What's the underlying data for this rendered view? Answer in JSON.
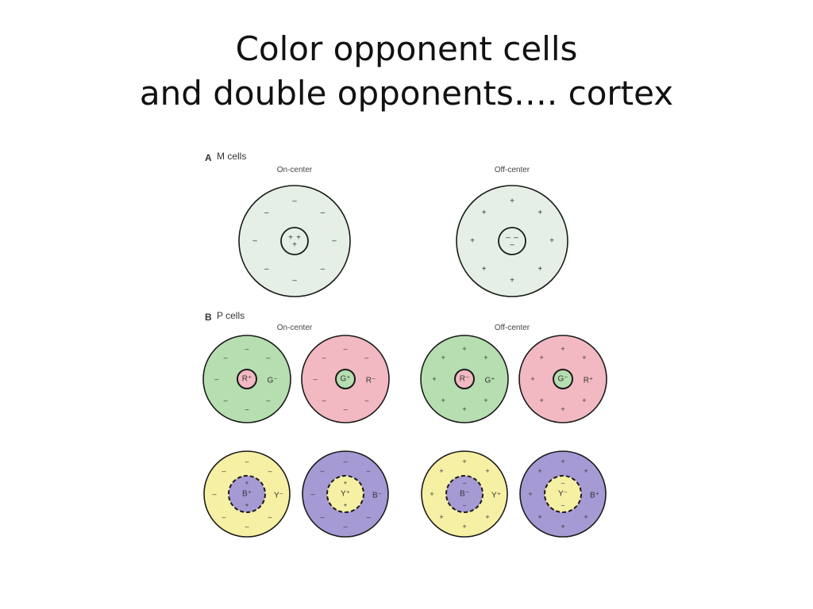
{
  "title": {
    "line1": "Color opponent cells",
    "line2": "and double opponents…. cortex"
  },
  "figure": {
    "sections": {
      "a": {
        "letter": "A",
        "label": "M cells"
      },
      "b": {
        "letter": "B",
        "label": "P cells"
      }
    },
    "columns": {
      "on": "On-center",
      "off": "Off-center"
    },
    "colors": {
      "m_fill": "#e6efe6",
      "green": "#b6deb0",
      "red": "#f2b9c2",
      "yellow": "#f6f0a4",
      "purple": "#a69ad4",
      "stroke": "#1a1a1a",
      "text": "#333333"
    },
    "m_cells": [
      {
        "id": "m-on",
        "center_marks": [
          "+",
          "+",
          "+"
        ],
        "surround_marks": [
          "–",
          "–",
          "–",
          "–",
          "–",
          "–",
          "–",
          "–"
        ]
      },
      {
        "id": "m-off",
        "center_marks": [
          "–",
          "–",
          "–"
        ],
        "surround_marks": [
          "+",
          "+",
          "+",
          "+",
          "+",
          "+",
          "+",
          "+"
        ]
      }
    ],
    "p_cells": [
      {
        "id": "rg-on",
        "fill": "green",
        "center": "red",
        "center_label": "R⁺",
        "surround_label": "G⁻",
        "mark": "–",
        "dashed": false
      },
      {
        "id": "gr-on",
        "fill": "red",
        "center": "green",
        "center_label": "G⁺",
        "surround_label": "R⁻",
        "mark": "–",
        "dashed": false
      },
      {
        "id": "rg-off",
        "fill": "green",
        "center": "red",
        "center_label": "R⁻",
        "surround_label": "G⁺",
        "mark": "+",
        "dashed": false
      },
      {
        "id": "gr-off",
        "fill": "red",
        "center": "green",
        "center_label": "G⁻",
        "surround_label": "R⁺",
        "mark": "+",
        "dashed": false
      },
      {
        "id": "by-on",
        "fill": "yellow",
        "center": "purple",
        "center_label": "B⁺",
        "surround_label": "Y⁻",
        "mark": "–",
        "center_mark": "+",
        "dashed": true
      },
      {
        "id": "yb-on",
        "fill": "purple",
        "center": "yellow",
        "center_label": "Y⁺",
        "surround_label": "B⁻",
        "mark": "–",
        "center_mark": "+",
        "dashed": true
      },
      {
        "id": "by-off",
        "fill": "yellow",
        "center": "purple",
        "center_label": "B⁻",
        "surround_label": "Y⁺",
        "mark": "+",
        "center_mark": "–",
        "dashed": true
      },
      {
        "id": "yb-off",
        "fill": "purple",
        "center": "yellow",
        "center_label": "Y⁻",
        "surround_label": "B⁺",
        "mark": "+",
        "center_mark": "–",
        "dashed": true
      }
    ]
  }
}
